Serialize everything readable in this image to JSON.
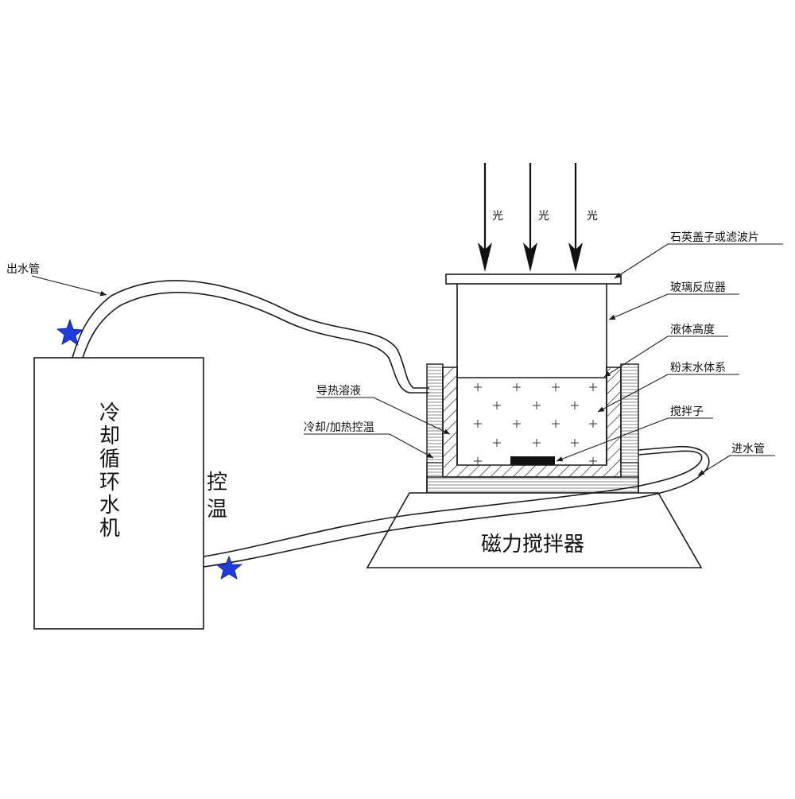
{
  "labels": {
    "light": "光",
    "quartz_cover": "石英盖子或滤波片",
    "glass_reactor": "玻璃反应器",
    "liquid_height": "液体高度",
    "powder_water_system": "粉末水体系",
    "heat_conductive_liquid": "导热溶液",
    "cool_heat_temp_control": "冷却/加热控温",
    "stir_bar": "搅拌子",
    "outlet_pipe": "出水管",
    "inlet_pipe": "进水管",
    "chiller": "冷却循环水机",
    "temp_control": "控温",
    "magnetic_stirrer": "磁力搅拌器"
  },
  "colors": {
    "line": "#1a1a1a",
    "star": "#1f3bd8",
    "background": "#ffffff"
  },
  "icons": {
    "pump_marker": "star-icon"
  }
}
